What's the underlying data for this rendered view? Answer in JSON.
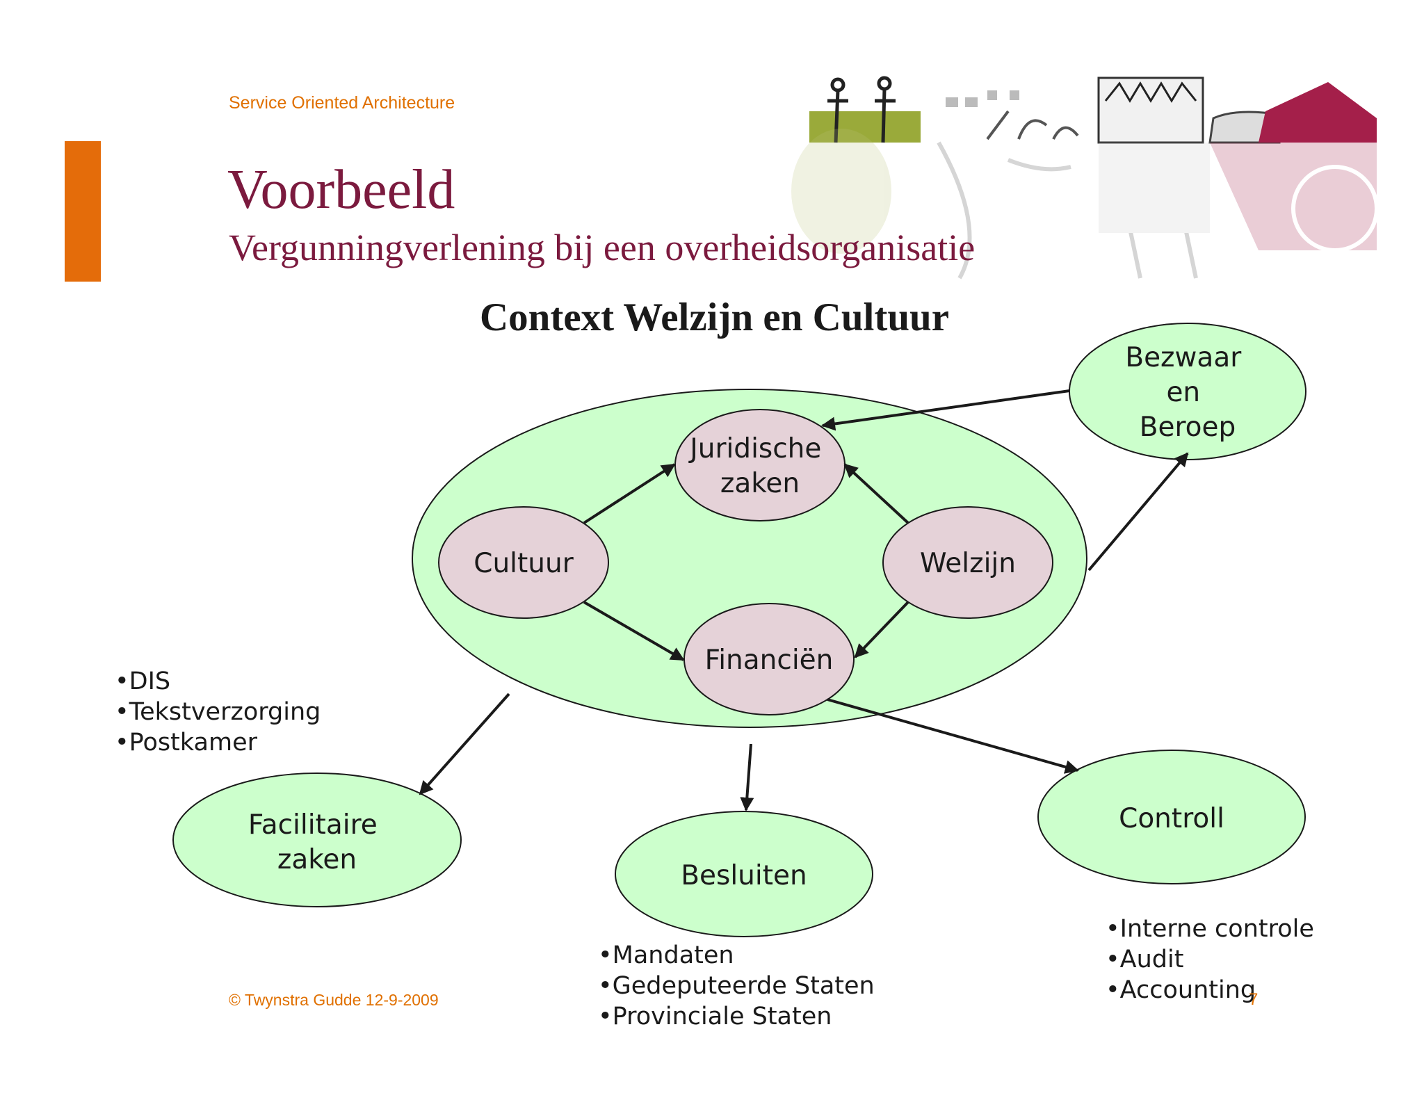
{
  "header": {
    "label": "Service Oriented Architecture"
  },
  "slide": {
    "title": "Voorbeeld",
    "subtitle": "Vergunningverlening bij een overheidsorganisatie"
  },
  "diagram": {
    "title": "Context Welzijn en Cultuur",
    "nodes": {
      "juridische": [
        "Juridische",
        "zaken"
      ],
      "cultuur": [
        "Cultuur"
      ],
      "welzijn": [
        "Welzijn"
      ],
      "financien": [
        "Financiën"
      ],
      "bezwaar": [
        "Bezwaar",
        "en",
        "Beroep"
      ],
      "facilitaire": [
        "Facilitaire",
        "zaken"
      ],
      "besluiten": [
        "Besluiten"
      ],
      "controll": [
        "Controll"
      ]
    },
    "lists": {
      "facilitaire": [
        "DIS",
        "Tekstverzorging",
        "Postkamer"
      ],
      "besluiten": [
        "Mandaten",
        "Gedeputeerde Staten",
        "Provinciale Staten"
      ],
      "controll": [
        "Interne controle",
        "Audit",
        "Accounting"
      ]
    },
    "colors": {
      "context_fill": "#ccffcc",
      "inner_node_fill": "#e5d2d8",
      "outer_node_fill": "#ccffcc",
      "stroke": "#1a1a1a"
    }
  },
  "footer": {
    "copyright": "© Twynstra Gudde  12-9-2009",
    "page_number": "7"
  },
  "theme": {
    "accent_orange": "#e46c0a",
    "title_color": "#7b1a3e"
  }
}
